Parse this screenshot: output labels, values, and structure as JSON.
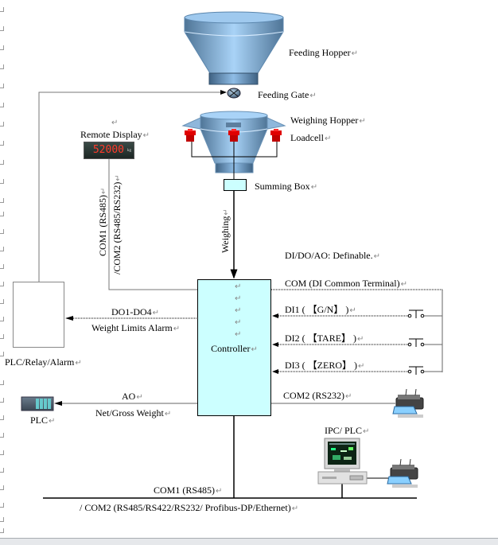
{
  "diagram": {
    "title": "Weighing Controller System Wiring Diagram",
    "components": {
      "feeding_hopper": "Feeding Hopper",
      "feeding_gate": "Feeding Gate",
      "weighing_hopper": "Weighing Hopper",
      "loadcell": "Loadcell",
      "summing_box": "Summing Box",
      "remote_display": "Remote Display",
      "remote_display_value": "52000",
      "remote_display_unit": "kg",
      "controller": "Controller",
      "plc_relay_alarm": "PLC/Relay/Alarm",
      "plc": "PLC",
      "ipc_plc": "IPC/ PLC"
    },
    "connections": {
      "weighing": "Weighing",
      "remote_com1": "COM1 (RS485)",
      "remote_com2": "/COM2 (RS485/RS232)",
      "di_do_ao_note": "DI/DO/AO: Definable.",
      "com_common": "COM (DI Common Terminal)",
      "di1": "DI1 ( 【G/N】 )",
      "di2": "DI2 ( 【TARE】 )",
      "di3": "DI3 ( 【ZERO】 )",
      "do_label": "DO1-DO4",
      "do_desc": "Weight Limits Alarm",
      "ao_label": "AO",
      "ao_desc": "Net/Gross Weight",
      "printer_com2": "COM2 (RS232)",
      "bus_com1": "COM1 (RS485)",
      "bus_com2": "/ COM2 (RS485/RS422/RS232/ Profibus-DP/Ethernet)"
    },
    "paragraph_mark": "↵"
  }
}
